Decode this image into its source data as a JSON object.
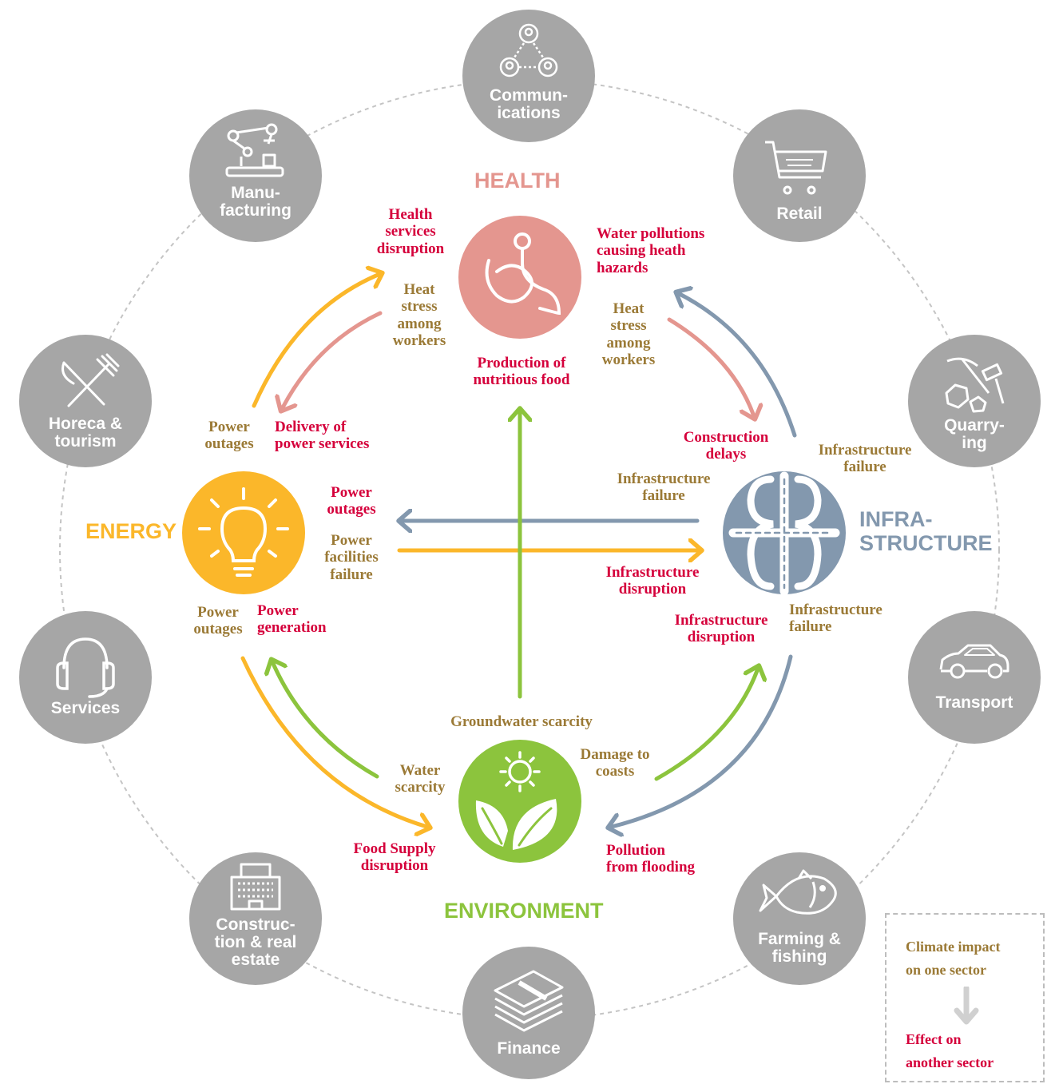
{
  "hubs": {
    "health": {
      "title": "HEALTH",
      "color": "#e4968f"
    },
    "energy": {
      "title": "ENERGY",
      "color": "#fbb72a"
    },
    "infrastructure": {
      "title": "INFRA-\nSTRUCTURE",
      "color": "#8398ae"
    },
    "environment": {
      "title": "ENVIRONMENT",
      "color": "#8cc43d"
    }
  },
  "sectors": [
    {
      "label": "Commun-\nications",
      "icon": "network-icon"
    },
    {
      "label": "Retail",
      "icon": "shopping-cart-icon"
    },
    {
      "label": "Quarry-\ning",
      "icon": "pickaxe-hammer-icon"
    },
    {
      "label": "Transport",
      "icon": "car-icon"
    },
    {
      "label": "Farming &\nfishing",
      "icon": "fish-icon"
    },
    {
      "label": "Finance",
      "icon": "money-stack-icon"
    },
    {
      "label": "Construc-\ntion & real\nestate",
      "icon": "building-icon"
    },
    {
      "label": "Services",
      "icon": "headset-icon"
    },
    {
      "label": "Horeca &\ntourism",
      "icon": "fork-knife-icon"
    },
    {
      "label": "Manu-\nfacturing",
      "icon": "robot-arm-icon"
    }
  ],
  "labels": {
    "health_services_disruption": "Health\nservices\ndisruption",
    "heat_stress_left": "Heat\nstress\namong\nworkers",
    "water_pollutions": "Water pollutions\ncausing heath\nhazards",
    "heat_stress_right": "Heat\nstress\namong\nworkers",
    "production_nutritious_food": "Production of\nnutritious food",
    "power_outages_top": "Power\noutages",
    "delivery_power_services": "Delivery of\npower services",
    "construction_delays": "Construction\ndelays",
    "infrastructure_failure_top_right": "Infrastructure\nfailure",
    "infrastructure_failure_mid": "Infrastructure\nfailure",
    "power_outages_mid": "Power\noutages",
    "power_facilities_failure": "Power\nfacilities\nfailure",
    "infrastructure_disruption_mid": "Infrastructure\ndisruption",
    "power_outages_bottom": "Power\noutages",
    "power_generation": "Power\ngeneration",
    "infrastructure_disruption_bottom": "Infrastructure\ndisruption",
    "infrastructure_failure_bottom": "Infrastructure\nfailure",
    "groundwater_scarcity": "Groundwater scarcity",
    "water_scarcity": "Water\nscarcity",
    "damage_to_coasts": "Damage to\ncoasts",
    "food_supply_disruption": "Food Supply\ndisruption",
    "pollution_from_flooding": "Pollution\nfrom flooding"
  },
  "legend": {
    "impact": "Climate impact\non one sector",
    "effect": "Effect on\nanother sector"
  },
  "colors": {
    "sector_gray": "#a6a6a6",
    "impact_text": "#9b7a36",
    "effect_text": "#d5003b",
    "arrow_gray": "#d0d0d0"
  }
}
